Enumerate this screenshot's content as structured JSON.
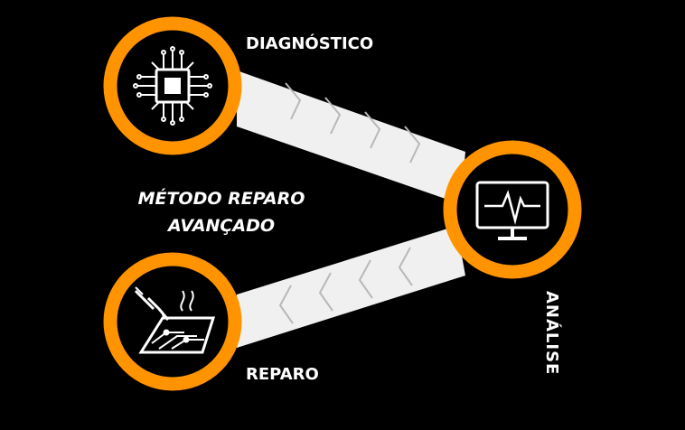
{
  "title": {
    "line1": "MÉTODO REPARO",
    "line2": "AVANÇADO"
  },
  "nodes": {
    "diagnostico": {
      "label": "DIAGNÓSTICO",
      "icon": "microchip-icon"
    },
    "reparo": {
      "label": "REPARO",
      "icon": "soldering-iron-circuit-board-icon"
    },
    "analise": {
      "label": "ANÁLISE",
      "icon": "heartbeat-monitor-icon"
    }
  },
  "colors": {
    "ring": "#ff9400",
    "connector": "#f0f0f0",
    "chevron": "#c8c8c8",
    "background": "#000000",
    "text": "#ffffff"
  }
}
